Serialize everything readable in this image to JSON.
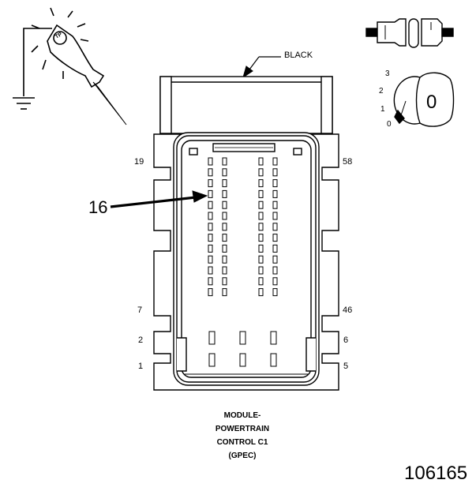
{
  "diagram": {
    "color_label": "BLACK",
    "callout": "16",
    "caption_lines": [
      "MODULE-",
      "POWERTRAIN",
      "CONTROL C1",
      "(GPEC)"
    ],
    "figure_id": "106165",
    "probe_badge": "TP",
    "pin_labels": {
      "top_left": "19",
      "top_right": "58",
      "mid_left": "7",
      "mid_right": "46",
      "row2_left": "2",
      "row2_right": "6",
      "row1_left": "1",
      "row1_right": "5"
    },
    "ignition": {
      "positions": [
        "3",
        "2",
        "1",
        "0"
      ],
      "key_position": "0"
    },
    "icons": {
      "probe": "test-probe-ground-icon",
      "connector": "disconnected-connector-icon",
      "ignition": "ignition-key-icon"
    },
    "colors": {
      "stroke": "#000000",
      "background": "#ffffff"
    }
  }
}
